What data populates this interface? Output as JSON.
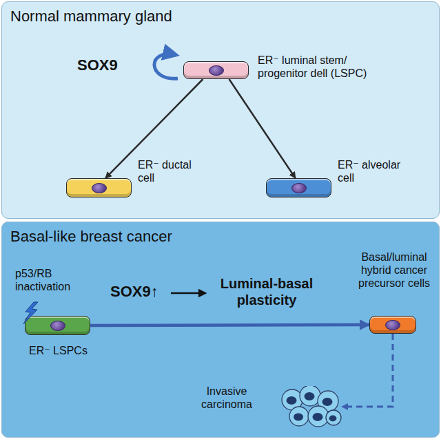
{
  "diagram": {
    "nodes": [
      {
        "text": [
          "Normal mammary gland"
        ]
      },
      {
        "text": [
          "ER⁻ luminal stem/ progenitor dell (LSPC)"
        ],
        "in": 0
      },
      {
        "text": [
          "ER⁻ ductal cell"
        ],
        "in": 0
      },
      {
        "text": [
          "ER⁻ alveolar cell"
        ],
        "in": 0
      },
      {
        "text": [
          "Basal-like breast cancer"
        ]
      },
      {
        "text": [
          "p53/RB inactivation",
          "ER⁻ LSPCs"
        ],
        "in": 4
      },
      {
        "text": [
          "Basal/luminal hybrid cancer precursor cells"
        ],
        "in": 4
      },
      {
        "text": [
          "Invasive carcinoma"
        ],
        "in": 4
      }
    ],
    "edges": [
      {
        "from": 1,
        "to": 2,
        "arrow": "to"
      },
      {
        "from": 1,
        "to": 3,
        "arrow": "to"
      },
      {
        "from": 5,
        "to": 6,
        "arrow": "to"
      },
      {
        "from": 6,
        "to": 7,
        "arrow": "to"
      }
    ],
    "labels": [
      "SOX9",
      "SOX9↑",
      "Luminal-basal plasticity"
    ]
  }
}
